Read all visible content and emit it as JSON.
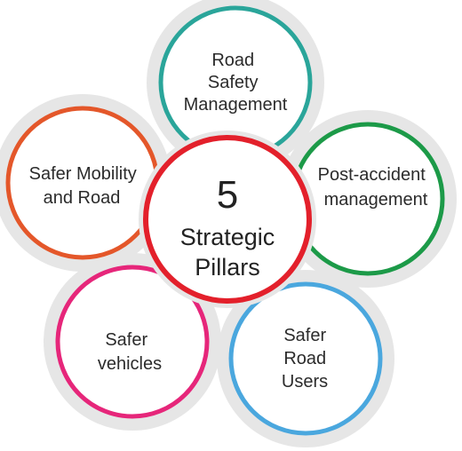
{
  "center": {
    "number": "5",
    "line1": "Strategic",
    "line2": "Pillars",
    "color": "#e3202b"
  },
  "pillars": [
    {
      "id": "road-safety-management",
      "lines": [
        "Road",
        "Safety",
        "Management"
      ],
      "color": "#2aa59a"
    },
    {
      "id": "post-accident-management",
      "lines": [
        "Post-accident",
        "management"
      ],
      "color": "#1c9a48"
    },
    {
      "id": "safer-road-users",
      "lines": [
        "Safer",
        "Road",
        "Users"
      ],
      "color": "#4aa7de"
    },
    {
      "id": "safer-vehicles",
      "lines": [
        "Safer",
        "vehicles"
      ],
      "color": "#e6267a"
    },
    {
      "id": "safer-mobility-and-road",
      "lines": [
        "Safer Mobility",
        "and Road"
      ],
      "color": "#e4572a"
    }
  ],
  "halo_color": "#e6e6e6"
}
